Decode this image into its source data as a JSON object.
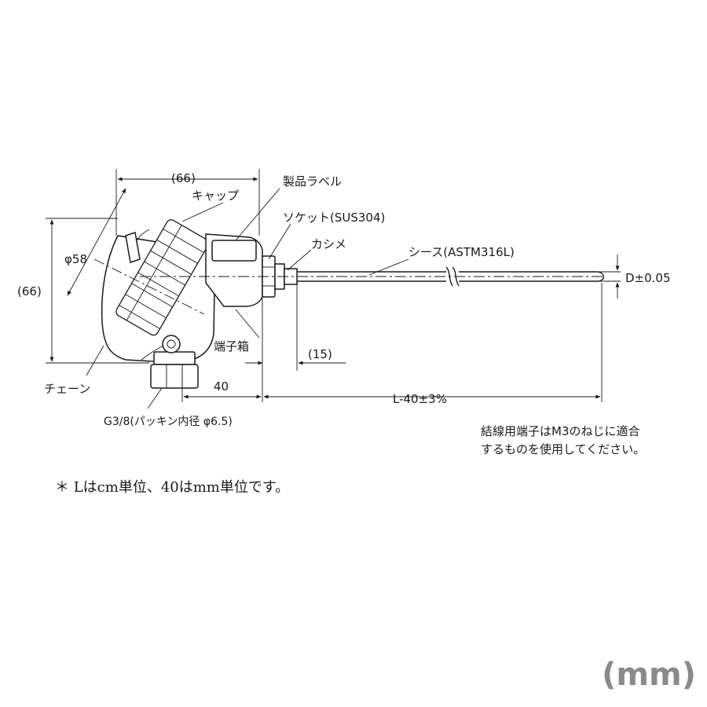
{
  "labels": {
    "cap_width": "(66)",
    "cap": "キャップ",
    "product_label": "製品ラベル",
    "socket": "ソケット(SUS304)",
    "caulk": "カシメ",
    "sheath": "シース(ASTM316L)",
    "diameter_tolerance": "D±0.05",
    "cap_diameter": "φ58",
    "height": "(66)",
    "terminal_box": "端子箱",
    "dim_15": "(15)",
    "chain": "チェーン",
    "dim_40": "40",
    "length": "L-40±3%",
    "gland": "G3/8(パッキン内径 φ6.5)"
  },
  "note": {
    "line1": "結線用端子はM3のねじに適合",
    "line2": "するものを使用してください。"
  },
  "footnote": "＊  Lはcm単位、40はmm単位です。",
  "unit": "(mm)"
}
